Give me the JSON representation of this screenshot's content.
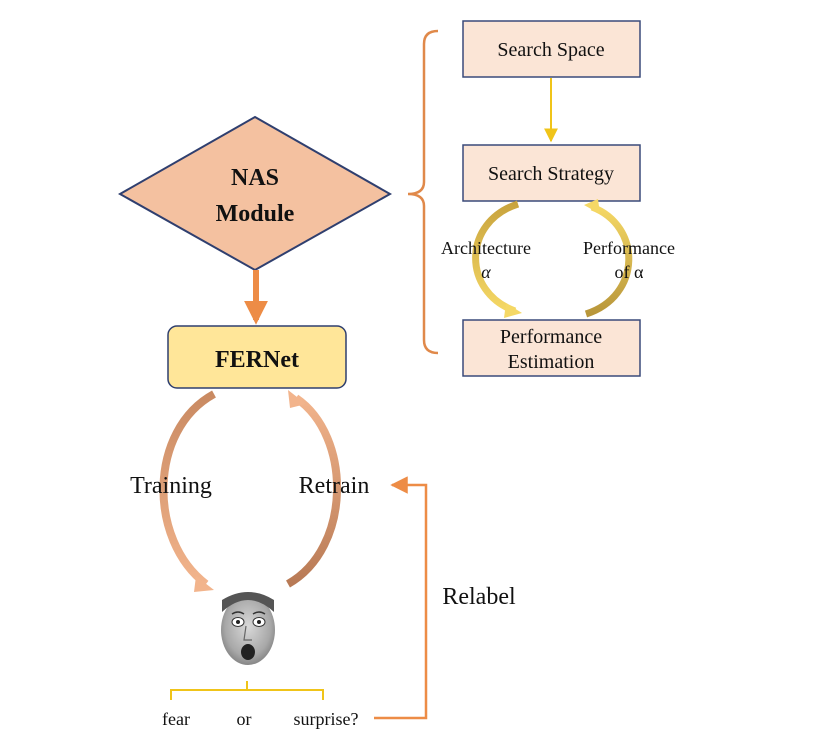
{
  "nas_module": {
    "line1": "NAS",
    "line2": "Module"
  },
  "fernet": {
    "label": "FERNet"
  },
  "nas_steps": {
    "search_space": "Search Space",
    "search_strategy": "Search Strategy",
    "performance_estimation_line1": "Performance",
    "performance_estimation_line2": "Estimation"
  },
  "nas_loop": {
    "architecture_line1": "Architecture",
    "architecture_symbol": "α",
    "performance_line1": "Performance",
    "performance_line2": "of α"
  },
  "training_loop": {
    "training": "Training",
    "retrain": "Retrain"
  },
  "relabel": "Relabel",
  "labels": {
    "option1": "fear",
    "connector": "or",
    "option2": "surprise?"
  },
  "colors": {
    "box_fill": "#fbe5d6",
    "box_border": "#3a4a7a",
    "diamond_fill": "#f4c1a0",
    "fernet_fill": "#ffe699",
    "brace": "#e0894a",
    "arrow_yellow": "#f0c419",
    "arrow_orange": "#ed8c46"
  }
}
